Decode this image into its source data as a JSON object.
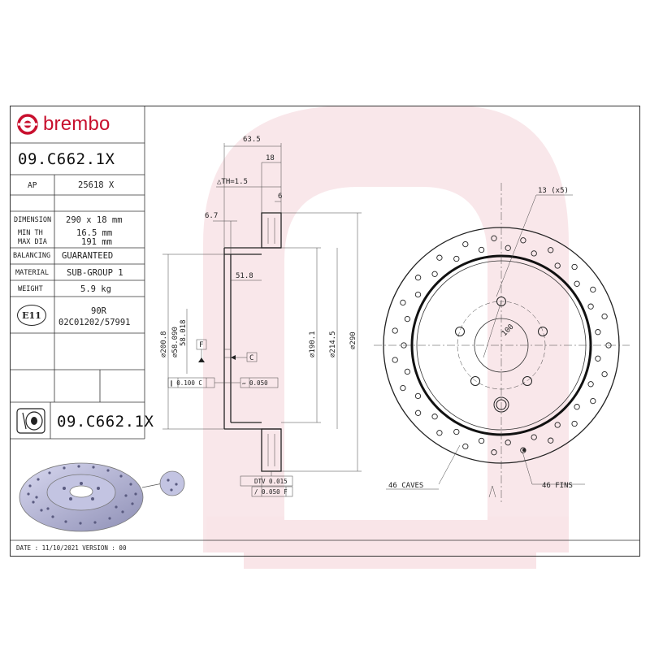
{
  "brand": {
    "name": "brembo",
    "color": "#c8102e"
  },
  "part_number": "09.C662.1X",
  "table": {
    "ap_label": "AP",
    "ap_value": "25618 X",
    "dimension_label": "DIMENSION",
    "dimension_value": "290 x 18 mm",
    "min_th_label": "MIN TH",
    "min_th_value": "16.5 mm",
    "max_dia_label": "MAX DIA",
    "max_dia_value": "191 mm",
    "balancing_label": "BALANCING",
    "balancing_value": "GUARANTEED",
    "material_label": "MATERIAL",
    "material_value": "SUB-GROUP 1",
    "weight_label": "WEIGHT",
    "weight_value": "5.9 kg",
    "homologation_mark": "E11",
    "homologation_code": "90R",
    "homologation_number": "02C01202/57991"
  },
  "footer_part_number": "09.C662.1X",
  "footer": "DATE : 11/10/2021 VERSION : 00",
  "dimensions": {
    "d63": "63.5",
    "d18": "18",
    "th": "△TH=1.5",
    "d6": "6",
    "d67": "6.7",
    "d518": "51.8",
    "d2008": "⌀200.8",
    "d58a": "⌀58.090",
    "d58b": "58.018",
    "d1901": "⌀190.1",
    "d2145": "⌀214.5",
    "d290": "⌀290",
    "datum_f": "F",
    "datum_c": "C",
    "tol_par": "∥ 0.100 C",
    "tol_flat": "▱ 0.050",
    "dtv": "DTV 0.015",
    "tol_run": "/ 0.050 F",
    "holes": "13 (x5)",
    "pcd": "100",
    "caves": "46 CAVES",
    "fins": "46 FINS"
  }
}
